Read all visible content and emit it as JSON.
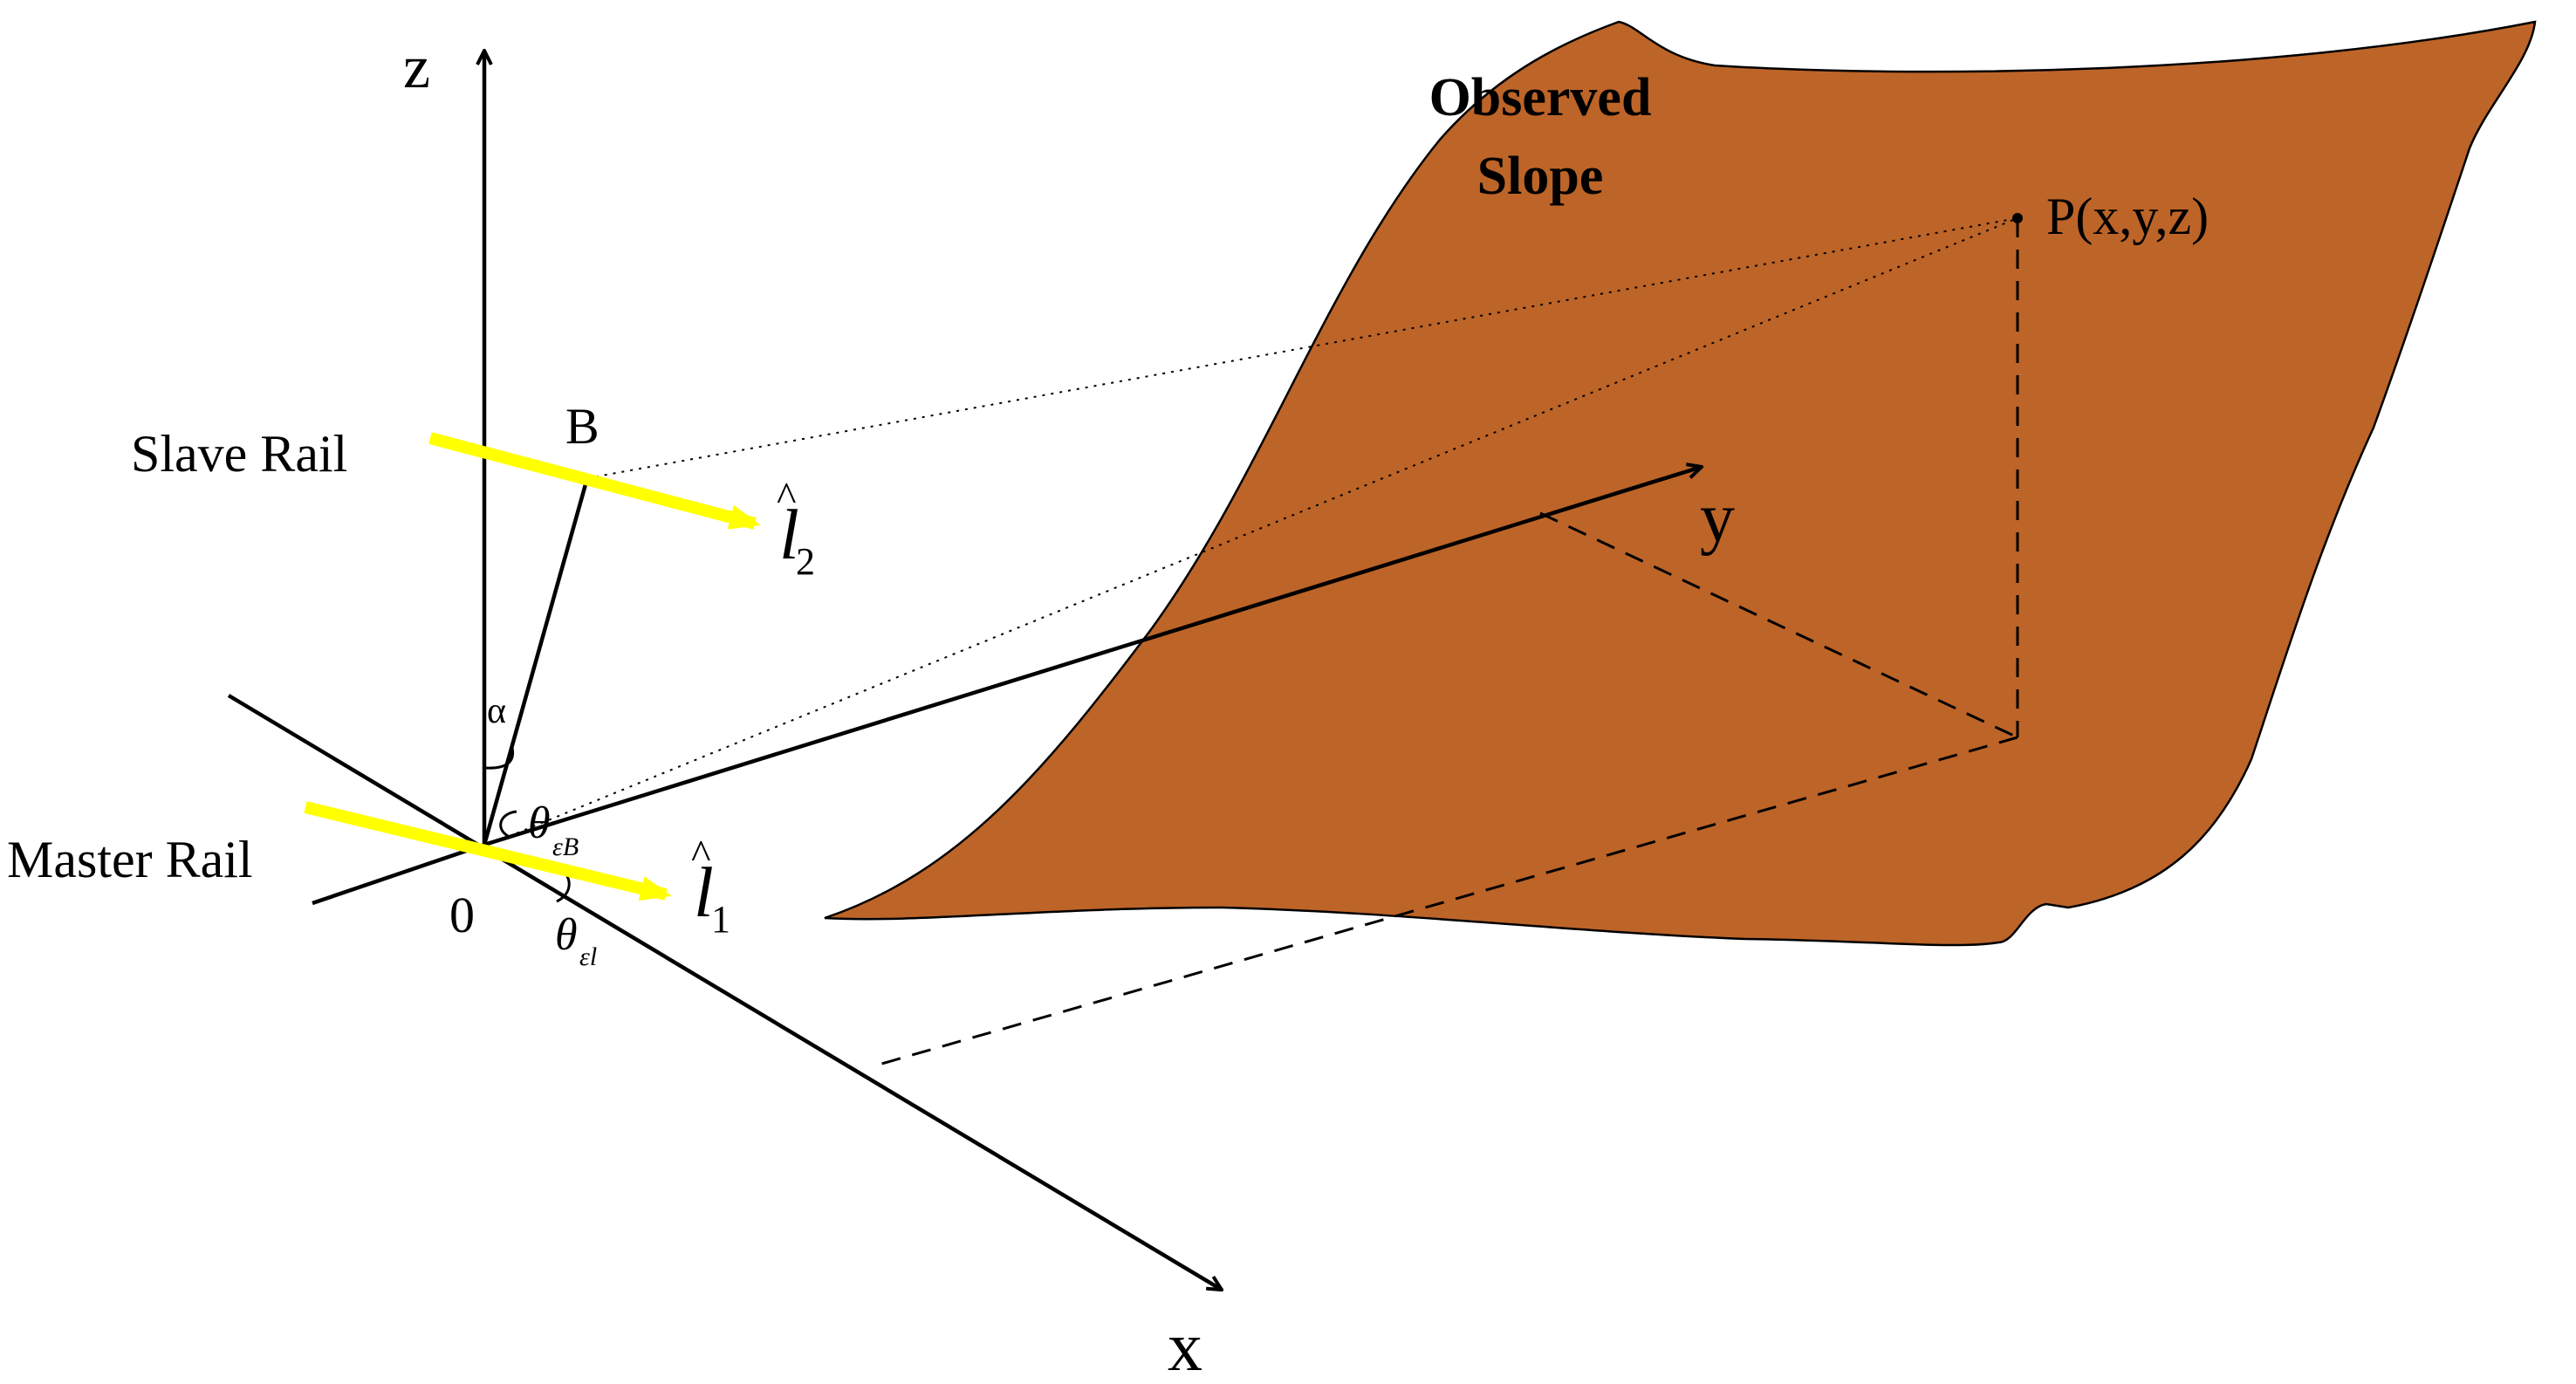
{
  "diagram": {
    "slope_label_line1": "Observed",
    "slope_label_line2": "Slope",
    "point_label": "P(x,y,z)",
    "axis_z": "z",
    "axis_y": "y",
    "axis_x": "x",
    "origin": "0",
    "point_b": "B",
    "slave_rail": "Slave Rail",
    "master_rail": "Master Rail",
    "alpha": "α",
    "theta": "θ",
    "theta_eb_sub": "εB",
    "theta_el_sub": "εl",
    "l_hat_letter": "l",
    "l_hat_caret": "^",
    "l1_sub": "1",
    "l2_sub": "2"
  },
  "colors": {
    "slope_fill": "#BD6428",
    "rail_color": "#FFFF00",
    "ink": "#000000"
  }
}
